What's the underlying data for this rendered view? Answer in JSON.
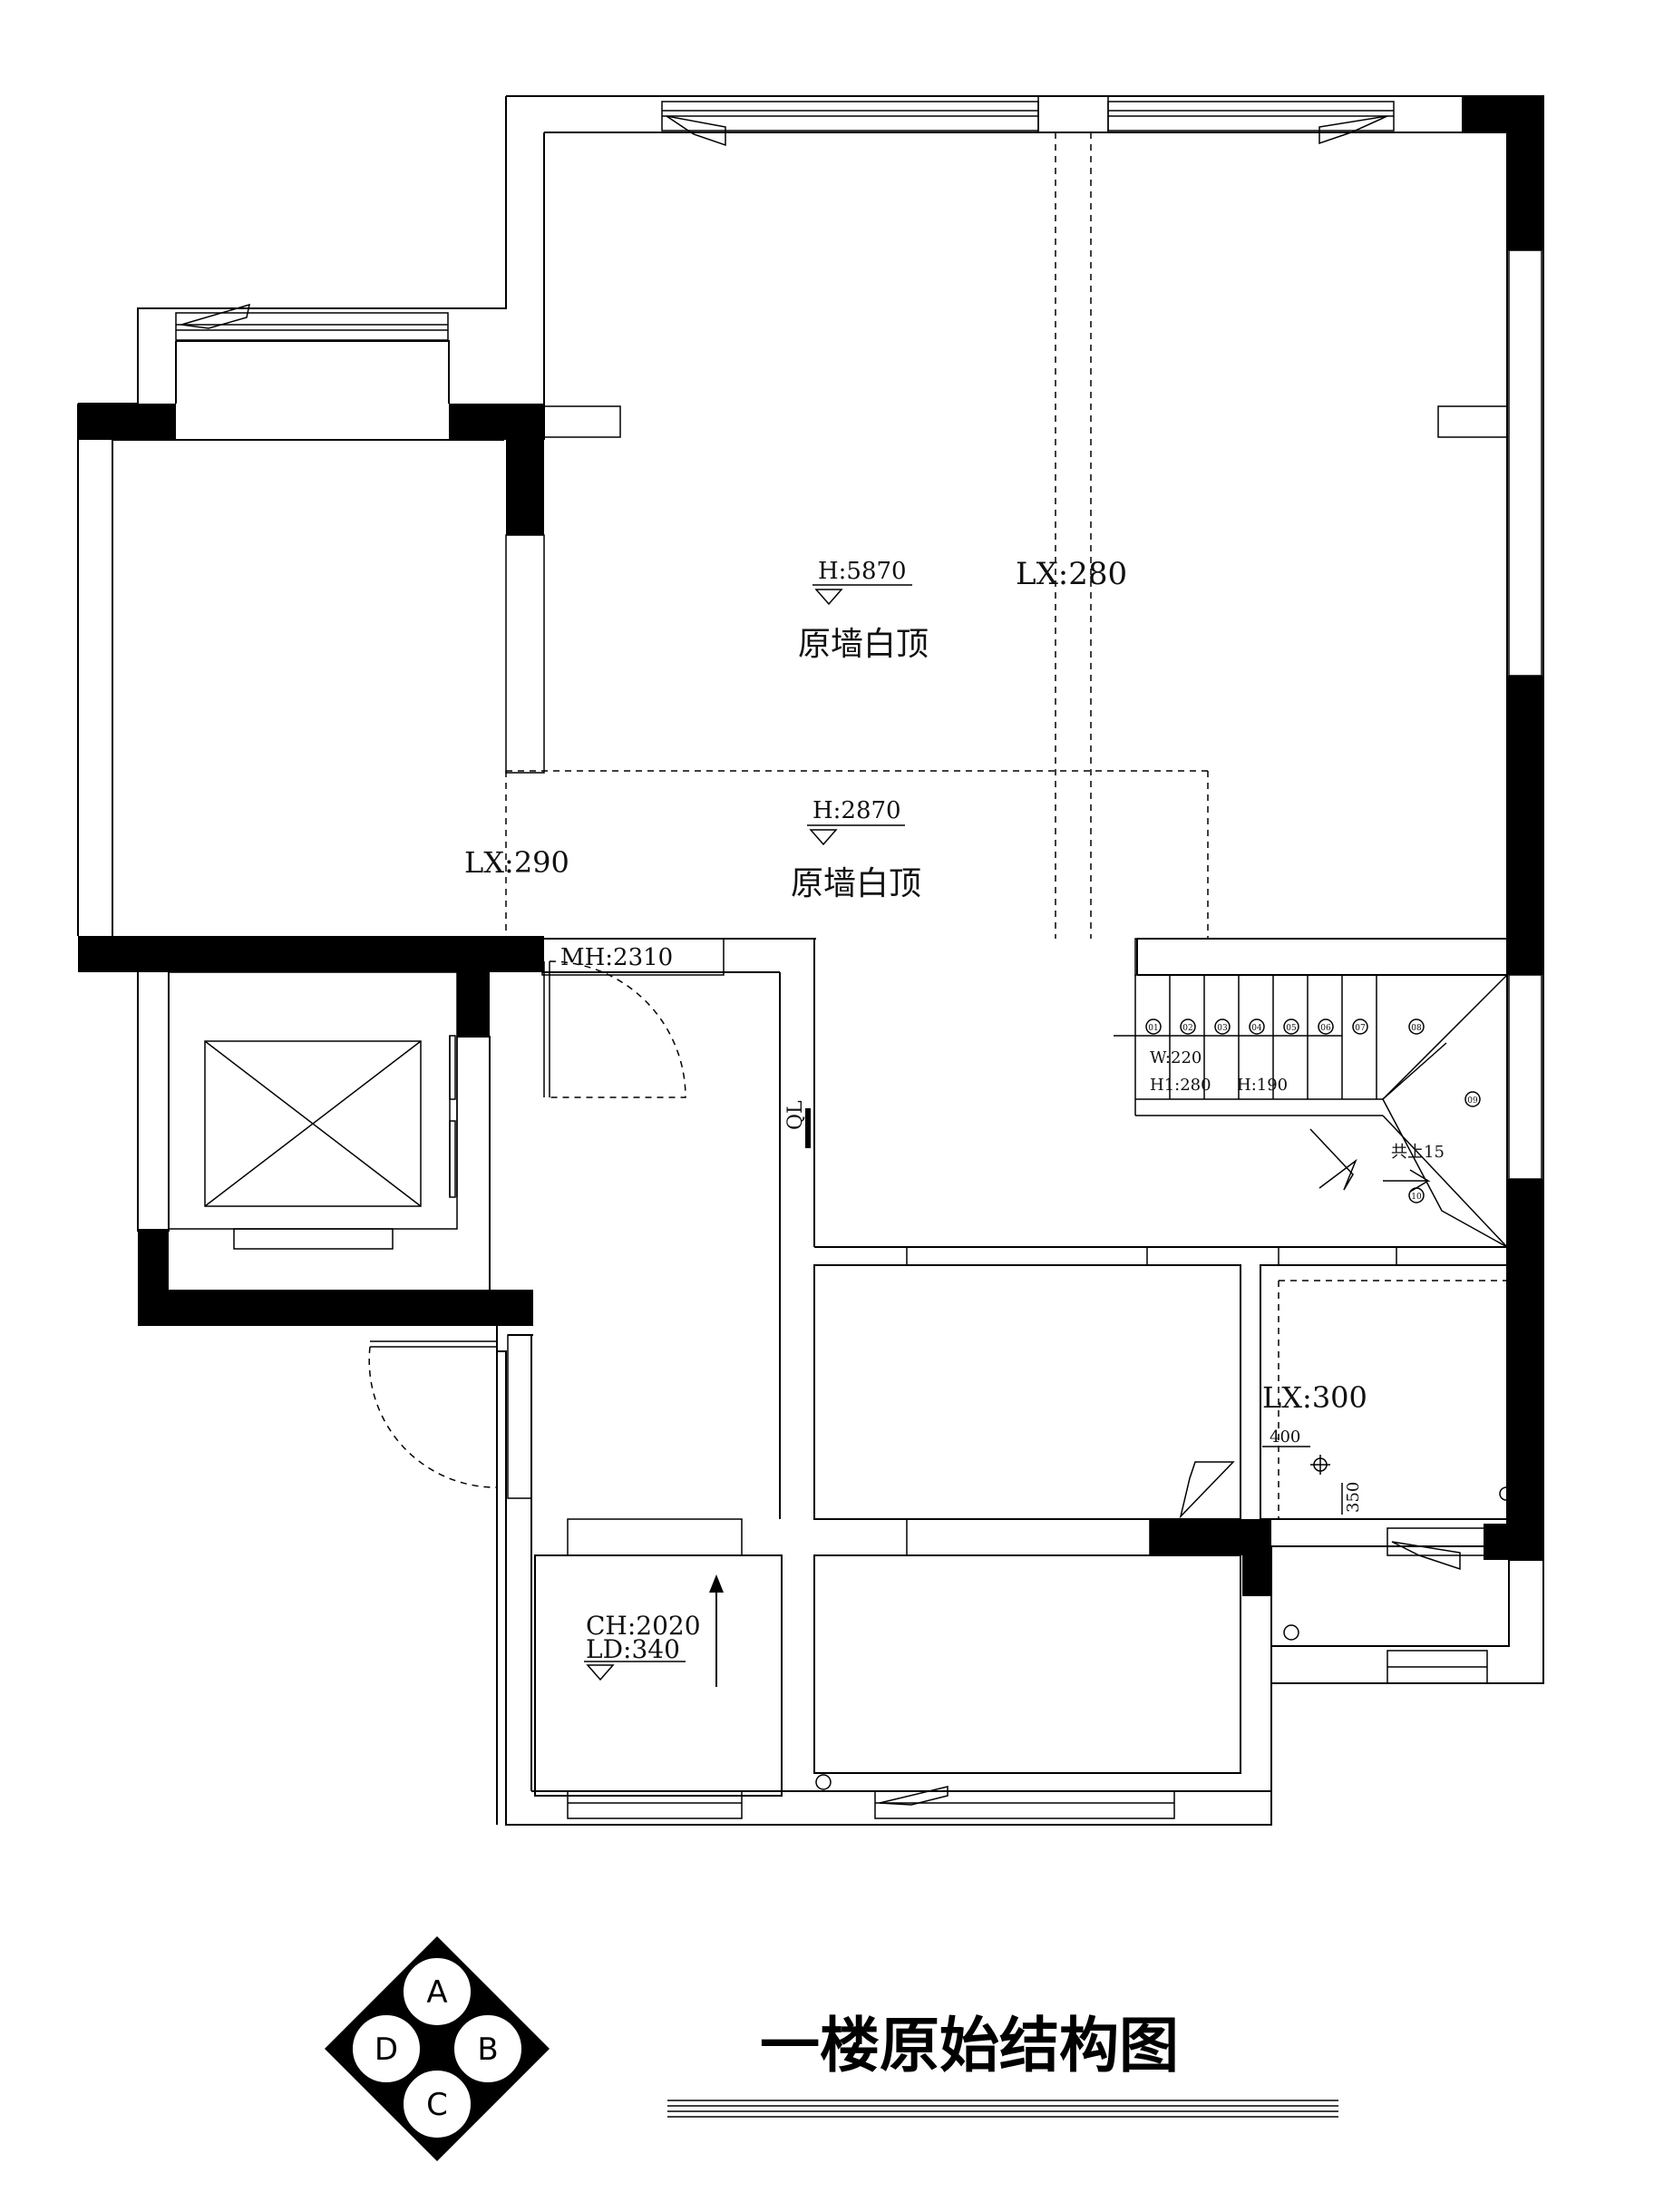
{
  "title": "一楼原始结构图",
  "labels": {
    "h_upper": "H:5870",
    "h_lower": "H:2870",
    "ceiling_upper": "原墙白顶",
    "ceiling_lower": "原墙白顶",
    "lx_beam_center": "LX:280",
    "lx_beam_left": "LX:290",
    "lx_beam_right": "LX:300",
    "mh": "MH:2310",
    "ql": "QL",
    "stair_w": "W:220",
    "stair_h1": "H1:280",
    "stair_h": "H:190",
    "stair_total": "共上15",
    "dim_400": "400",
    "dim_350": "350",
    "ch": "CH:2020",
    "ld": "LD:340"
  },
  "stair_steps": [
    "01",
    "02",
    "03",
    "04",
    "05",
    "06",
    "07",
    "08",
    "09",
    "10"
  ],
  "compass": {
    "top": "A",
    "right": "B",
    "bottom": "C",
    "left": "D"
  }
}
